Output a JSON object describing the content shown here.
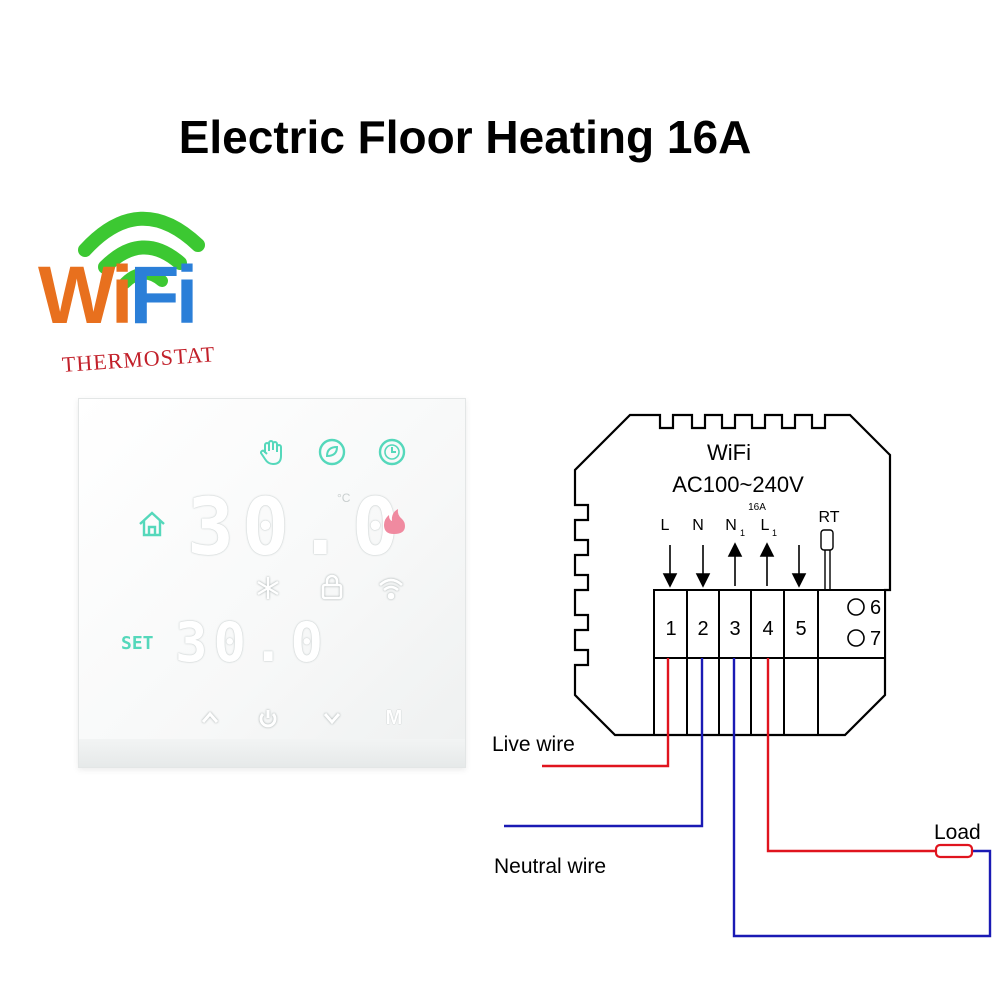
{
  "title": "Electric Floor Heating 16A",
  "logo": {
    "wifi_letters": [
      "W",
      "i",
      "F",
      "i"
    ],
    "subtitle": "THERMOSTAT",
    "arc_color": "#3cc832",
    "orange": "#e8701e",
    "blue": "#2b7fd8"
  },
  "device": {
    "main_display": "30.0",
    "set_label": "SET",
    "set_display": "30.0",
    "degree_unit": "°C",
    "accent_color": "#55d8bb",
    "heat_color": "#f08aa0",
    "top_icons": [
      "hand-icon",
      "eco-icon",
      "clock-icon"
    ],
    "status_icons": [
      "home-icon",
      "flame-icon",
      "snowflake-icon",
      "lock-icon",
      "wifi-icon"
    ],
    "buttons": [
      "up-button",
      "power-button",
      "down-button",
      "mode-button"
    ],
    "mode_label": "M"
  },
  "wiring": {
    "module_label": "WiFi",
    "voltage": "AC100~240V",
    "current": "16A",
    "terminals": [
      "1",
      "2",
      "3",
      "4",
      "5"
    ],
    "sensor_terminals": [
      "6",
      "7"
    ],
    "terminal_labels": [
      {
        "main": "L",
        "sub": ""
      },
      {
        "main": "N",
        "sub": ""
      },
      {
        "main": "N",
        "sub": "1"
      },
      {
        "main": "L",
        "sub": "1"
      }
    ],
    "sensor_label": "RT",
    "live_wire": "Live wire",
    "neutral_wire": "Neutral wire",
    "load": "Load",
    "live_color": "#e0141e",
    "neutral_color": "#1a1ab4"
  }
}
